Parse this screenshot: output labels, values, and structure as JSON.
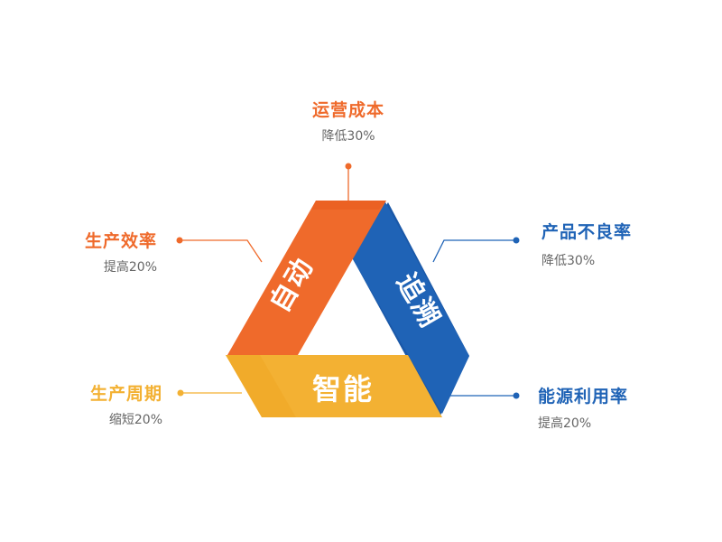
{
  "colors": {
    "orange": "#EF6A2B",
    "orange_side": "#E85B1E",
    "blue": "#1F63B6",
    "blue_side": "#2B73C8",
    "yellow": "#F3B133",
    "yellow_side": "#F0A724",
    "value_gray": "#666666"
  },
  "segments": {
    "left": {
      "label": "自动"
    },
    "right": {
      "label": "追溯"
    },
    "bottom": {
      "label": "智能"
    }
  },
  "callouts": {
    "top": {
      "title": "运营成本",
      "value": "降低30%"
    },
    "upper_left": {
      "title": "生产效率",
      "value": "提高20%"
    },
    "lower_left": {
      "title": "生产周期",
      "value": "缩短20%"
    },
    "upper_right": {
      "title": "产品不良率",
      "value": "降低30%"
    },
    "lower_right": {
      "title": "能源利用率",
      "value": "提高20%"
    }
  }
}
